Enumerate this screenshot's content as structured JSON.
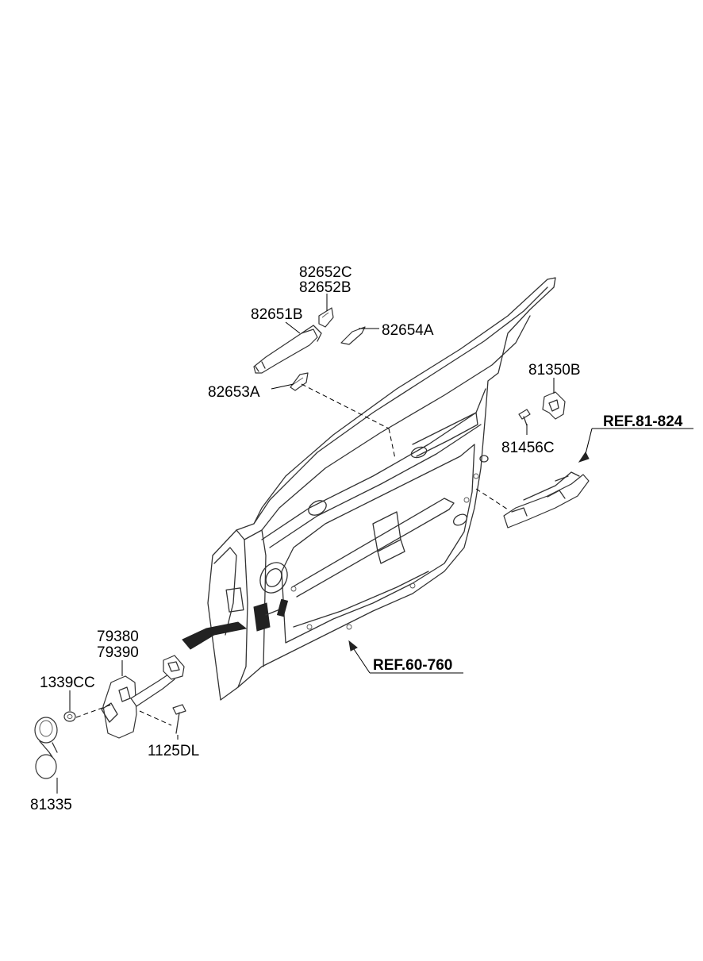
{
  "labels": {
    "p82652c": "82652C",
    "p82652b": "82652B",
    "p82651b": "82651B",
    "p82654a": "82654A",
    "p82653a": "82653A",
    "p81350b": "81350B",
    "p81456c": "81456C",
    "ref81824": "REF.81-824",
    "ref60760": "REF.60-760",
    "p79380": "79380",
    "p79390": "79390",
    "p1339cc": "1339CC",
    "p1125dl": "1125DL",
    "p81335": "81335"
  }
}
